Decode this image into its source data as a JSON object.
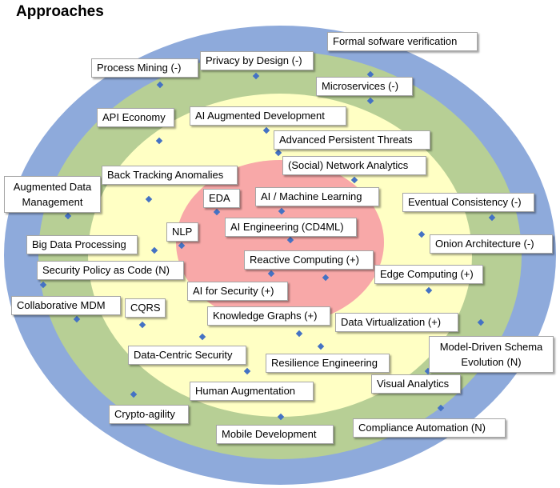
{
  "title": "Approaches",
  "colors": {
    "ring_outer": "#8eaadb",
    "ring_2": "#b7cf95",
    "ring_3": "#ffffc4",
    "core": "#f8a8a8",
    "marker": "#4472c4"
  },
  "labels": {
    "formal_verification": "Formal sofware verification",
    "process_mining": "Process Mining  (-)",
    "privacy_by_design": "Privacy by Design (-)",
    "microservices": "Microservices (-)",
    "api_economy": "API Economy",
    "ai_augmented_dev": "AI Augmented Development",
    "apt": "Advanced Persistent Threats",
    "augmented_data_mgmt": "Augmented Data Management",
    "back_tracking": "Back Tracking Anomalies",
    "social_network_analytics": "(Social) Network Analytics",
    "eda": "EDA",
    "ai_ml": "AI / Machine Learning",
    "eventual_consistency": "Eventual Consistency (-)",
    "ai_engineering": "AI Engineering (CD4ML)",
    "nlp": "NLP",
    "big_data": "Big Data Processing",
    "onion_arch": "Onion Architecture (-)",
    "reactive": "Reactive Computing (+)",
    "security_policy": "Security Policy as Code (N)",
    "edge_computing": "Edge Computing (+)",
    "ai_security": "AI for Security (+)",
    "collab_mdm": "Collaborative MDM",
    "cqrs": "CQRS",
    "knowledge_graphs": "Knowledge Graphs (+)",
    "data_virtualization": "Data Virtualization (+)",
    "model_driven": "Model-Driven Schema Evolution (N)",
    "data_centric_security": "Data-Centric Security",
    "resilience": "Resilience Engineering",
    "human_augmentation": "Human Augmentation",
    "visual_analytics": "Visual Analytics",
    "crypto_agility": "Crypto-agility",
    "mobile_dev": "Mobile Development",
    "compliance_automation": "Compliance Automation (N)"
  }
}
